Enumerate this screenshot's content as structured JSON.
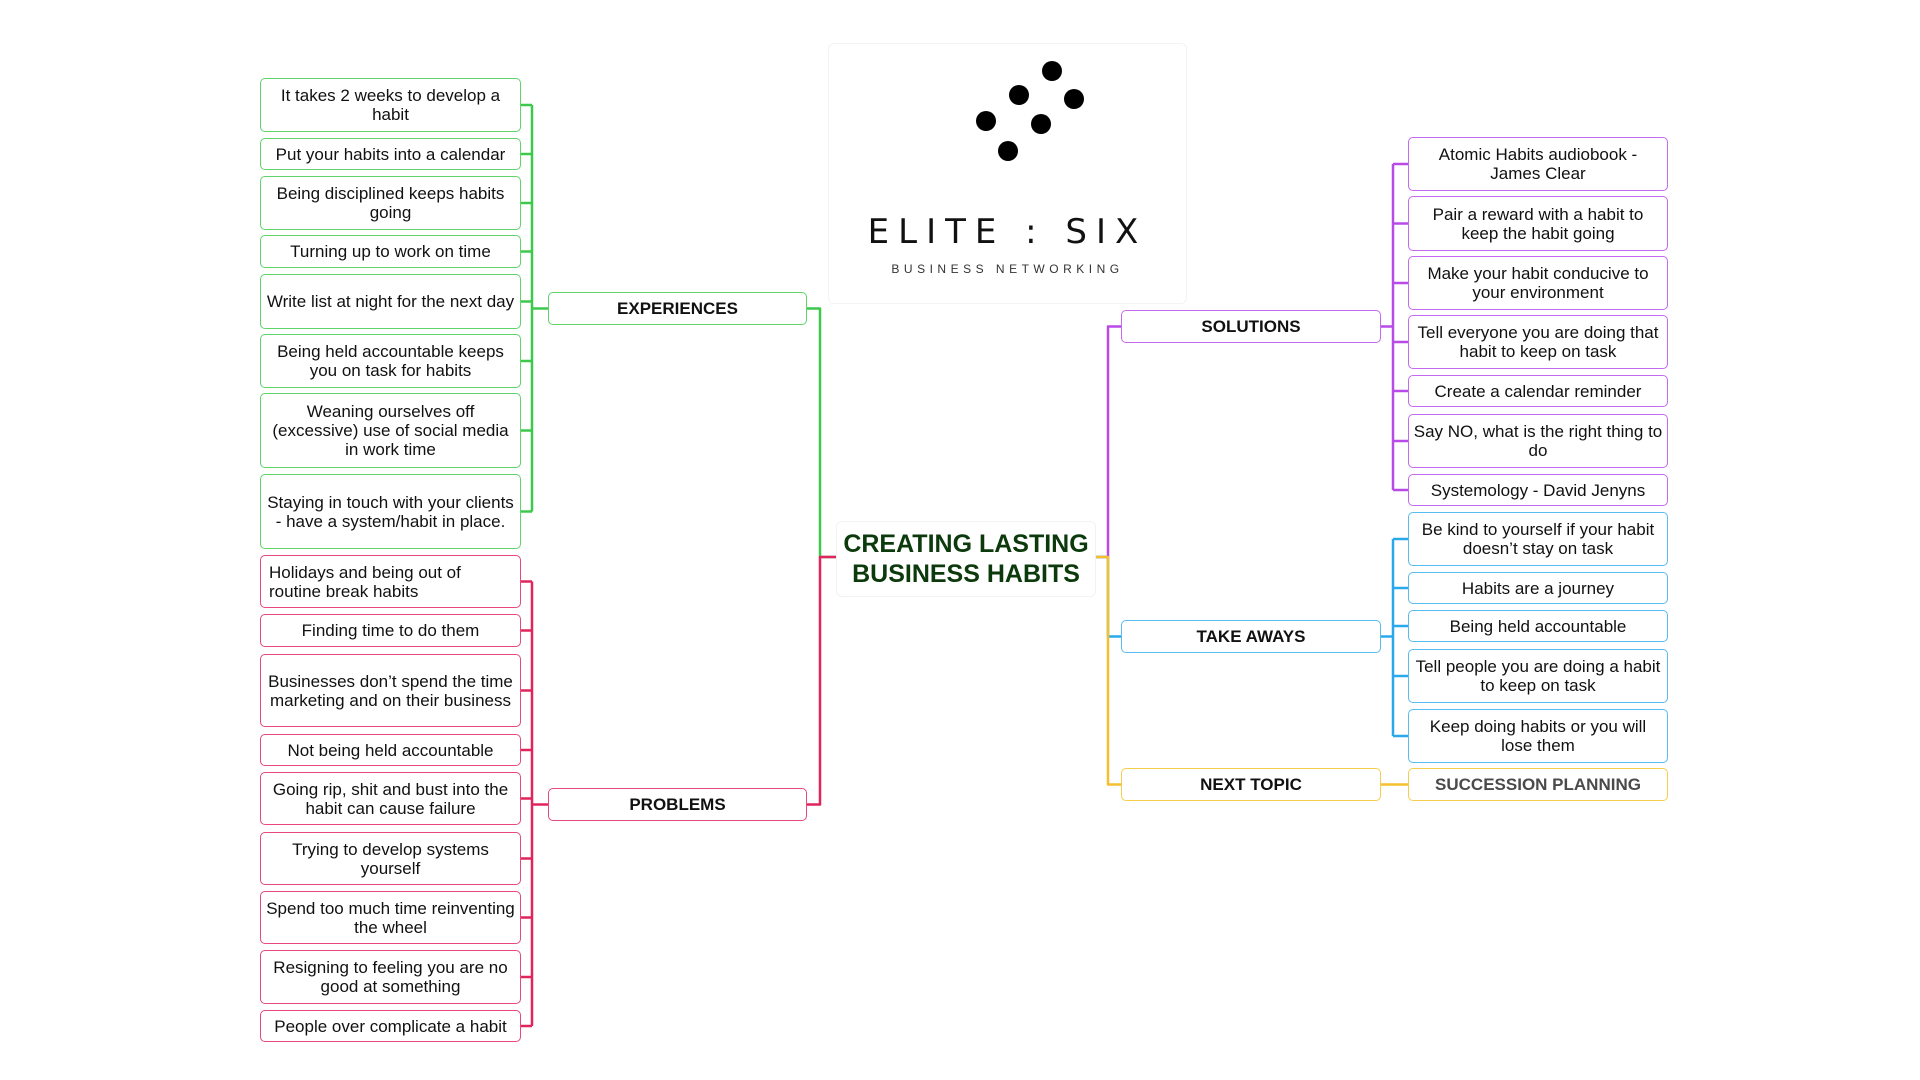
{
  "logo": {
    "name": "ELITE : SIX",
    "tagline": "BUSINESS NETWORKING"
  },
  "center": {
    "title": "CREATING LASTING BUSINESS HABITS"
  },
  "colors": {
    "experiences": "#3cc84a",
    "problems": "#e0245e",
    "solutions": "#b84ae8",
    "take_aways": "#2aa8ec",
    "next_topic": "#f5c02e",
    "center_text": "#0c3a0c"
  },
  "branches": {
    "experiences": {
      "label": "EXPERIENCES",
      "items": [
        "It takes 2 weeks to develop a habit",
        "Put your habits into a calendar",
        "Being disciplined keeps habits going",
        "Turning up to work on time",
        "Write list at night for the next day",
        "Being held accountable keeps you on task for habits",
        "Weaning ourselves off (excessive) use of social media in work time",
        "Staying in touch with your clients - have a system/habit in place."
      ]
    },
    "problems": {
      "label": "PROBLEMS",
      "items": [
        "Holidays and being out of routine break habits",
        "Finding time to do them",
        "Businesses don’t spend the time marketing and on their business",
        "Not being held accountable",
        "Going rip, shit and bust into the habit can cause failure",
        "Trying to develop systems yourself",
        "Spend too much time reinventing the wheel",
        "Resigning to feeling you are no good at something",
        "People over complicate a habit"
      ]
    },
    "solutions": {
      "label": "SOLUTIONS",
      "items": [
        "Atomic Habits audiobook - James Clear",
        "Pair a reward with a habit to keep the habit going",
        "Make your habit conducive to your environment",
        "Tell everyone you are doing that habit to keep on task",
        "Create a calendar reminder",
        "Say NO, what is the right thing to do",
        "Systemology - David Jenyns"
      ]
    },
    "take_aways": {
      "label": "TAKE AWAYS",
      "items": [
        "Be kind to yourself if your habit doesn’t stay on task",
        "Habits are a journey",
        "Being held accountable",
        "Tell people you are doing a habit to keep on task",
        "Keep doing habits or you will lose them"
      ]
    },
    "next_topic": {
      "label": "NEXT TOPIC",
      "items": [
        "SUCCESSION PLANNING"
      ]
    }
  }
}
